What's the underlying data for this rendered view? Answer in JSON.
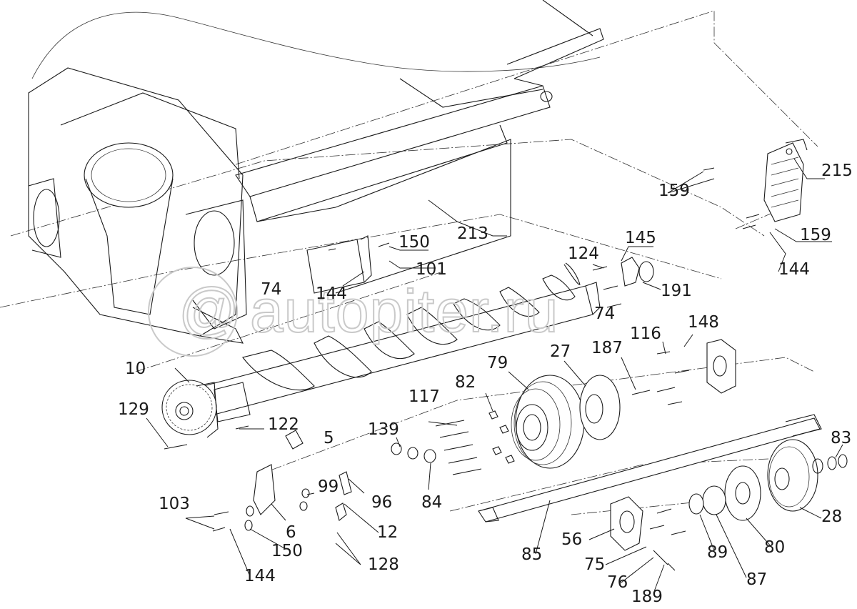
{
  "watermark": {
    "text": "autopiter.ru"
  },
  "part_labels": [
    "213",
    "215",
    "159",
    "159",
    "144",
    "150",
    "101",
    "144",
    "145",
    "124",
    "191",
    "74",
    "74",
    "116",
    "148",
    "10",
    "129",
    "122",
    "5",
    "117",
    "82",
    "79",
    "27",
    "187",
    "139",
    "84",
    "83",
    "96",
    "99",
    "103",
    "6",
    "12",
    "128",
    "150",
    "144",
    "85",
    "56",
    "75",
    "76",
    "189",
    "89",
    "87",
    "80",
    "28"
  ]
}
